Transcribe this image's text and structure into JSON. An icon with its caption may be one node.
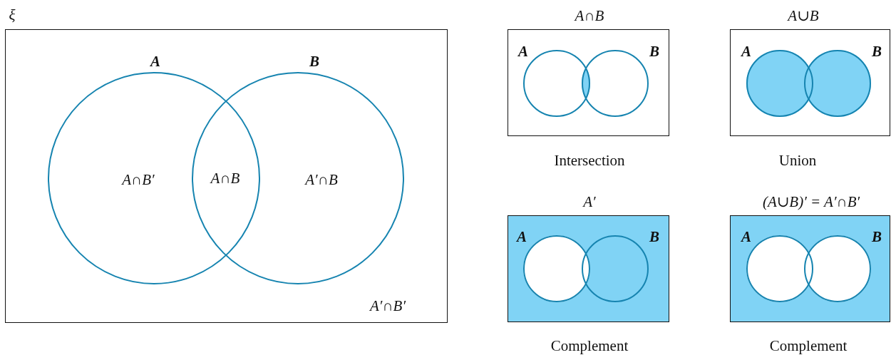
{
  "diagram": {
    "nodes": [
      {
        "text": [
          "ξ",
          "A′∩B′"
        ]
      },
      {
        "text": [
          "A",
          "A∩B′"
        ],
        "in": 0
      },
      {
        "text": [
          "B",
          "A′∩B"
        ],
        "in": 0
      },
      {
        "text": [
          "A∩B"
        ],
        "beside": [
          "Intersection"
        ]
      },
      {
        "text": [
          "A"
        ],
        "in": 3
      },
      {
        "text": [
          "B"
        ],
        "in": 3
      },
      {
        "text": [
          "A∪B"
        ],
        "beside": [
          "Union"
        ]
      },
      {
        "text": [
          "A"
        ],
        "in": 6
      },
      {
        "text": [
          "B"
        ],
        "in": 6
      },
      {
        "text": [
          "A′"
        ],
        "beside": [
          "Complement"
        ]
      },
      {
        "text": [
          "A"
        ],
        "in": 9
      },
      {
        "text": [
          "B"
        ],
        "in": 9
      },
      {
        "text": [
          "(A∪B)′ = A′∩B′"
        ],
        "beside": [
          "Complement"
        ]
      },
      {
        "text": [
          "A"
        ],
        "in": 12
      },
      {
        "text": [
          "B"
        ],
        "in": 12
      }
    ],
    "labels": [
      "A∩B"
    ]
  }
}
